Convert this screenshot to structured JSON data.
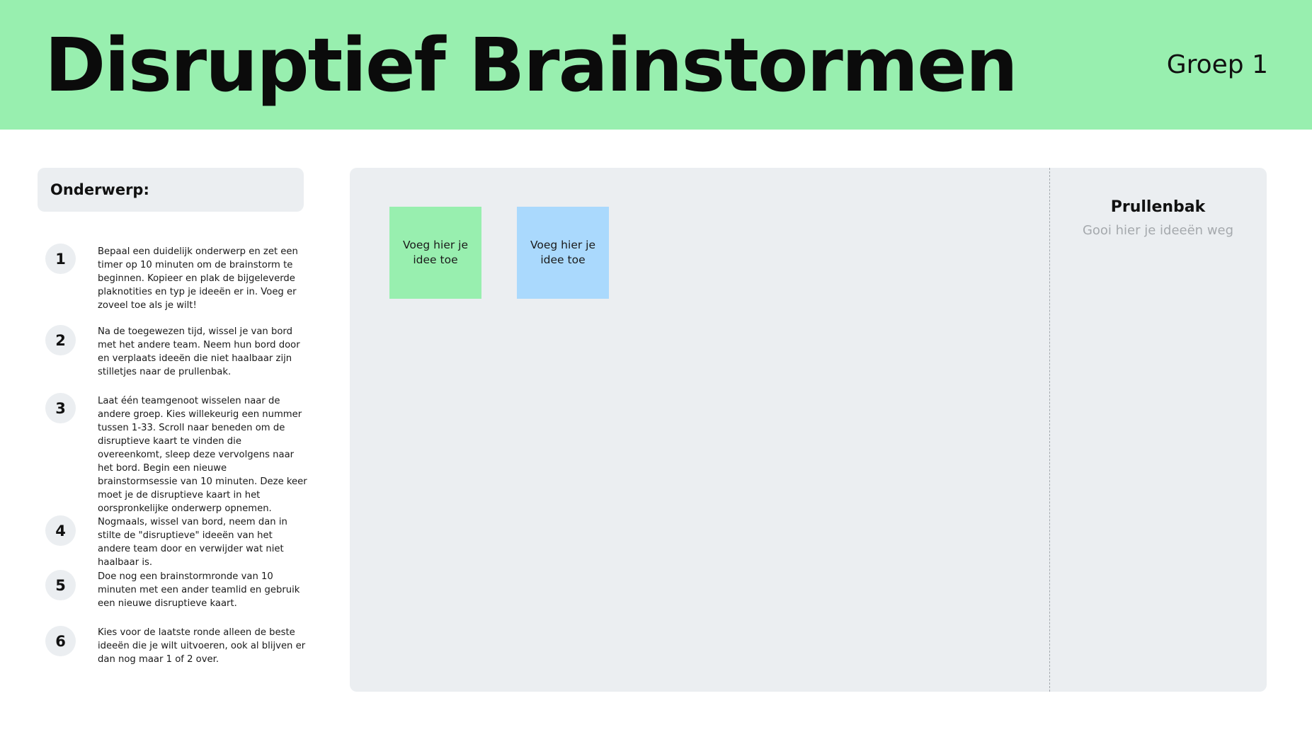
{
  "header": {
    "title": "Disruptief Brainstormen",
    "group": "Groep 1",
    "background_color": "#98efaf"
  },
  "topic": {
    "label": "Onderwerp:"
  },
  "steps": [
    {
      "number": "1",
      "text": "Bepaal een duidelijk onderwerp en zet een timer op 10 minuten om de brainstorm te beginnen. Kopieer en plak de bijgeleverde plaknotities en typ je ideeën er in. Voeg er zoveel toe als je wilt!"
    },
    {
      "number": "2",
      "text": "Na de toegewezen tijd, wissel je van bord met het andere team. Neem hun bord door en verplaats ideeën die niet haalbaar zijn stilletjes naar de prullenbak."
    },
    {
      "number": "3",
      "text": "Laat één teamgenoot wisselen naar de andere groep. Kies willekeurig een nummer tussen 1-33. Scroll naar beneden om de disruptieve kaart te vinden die overeenkomt, sleep deze vervolgens naar het bord. Begin een nieuwe brainstormsessie van 10 minuten. Deze keer moet je de disruptieve kaart in het oorspronkelijke onderwerp opnemen."
    },
    {
      "number": "4",
      "text": "Nogmaals, wissel van bord, neem dan in stilte de \"disruptieve\" ideeën van het andere team door en verwijder wat niet haalbaar is."
    },
    {
      "number": "5",
      "text": "Doe nog een brainstormronde van 10 minuten met een ander teamlid en gebruik een nieuwe disruptieve kaart."
    },
    {
      "number": "6",
      "text": "Kies voor de laatste ronde alleen de beste ideeën die je wilt uitvoeren, ook al blijven er dan nog maar 1 of 2 over."
    }
  ],
  "board": {
    "notes": [
      {
        "text": "Voeg hier je idee toe",
        "color": "#98efaf"
      },
      {
        "text": "Voeg hier je idee toe",
        "color": "#aad9fd"
      }
    ],
    "trash": {
      "title": "Prullenbak",
      "subtitle": "Gooi hier je ideeën weg"
    }
  }
}
